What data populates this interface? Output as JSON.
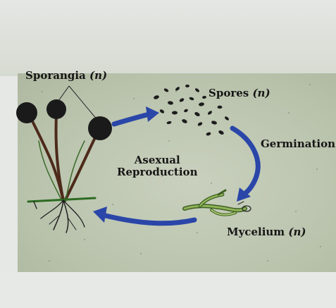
{
  "labels": {
    "sporangia": "Sporangia",
    "sporangia_ploidy": "(n)",
    "spores": "Spores",
    "spores_ploidy": "(n)",
    "germination": "Germination",
    "asexual_line1": "Asexual",
    "asexual_line2": "Reproduction",
    "mycelium": "Mycelium",
    "mycelium_ploidy": "(n)"
  },
  "colors": {
    "arrow": "#2a46a8",
    "sporangium": "#1a1a1a",
    "stalk": "#5a3320",
    "hypha_green": "#3a6a2a",
    "mycelium_green": "#6a8f3a"
  }
}
